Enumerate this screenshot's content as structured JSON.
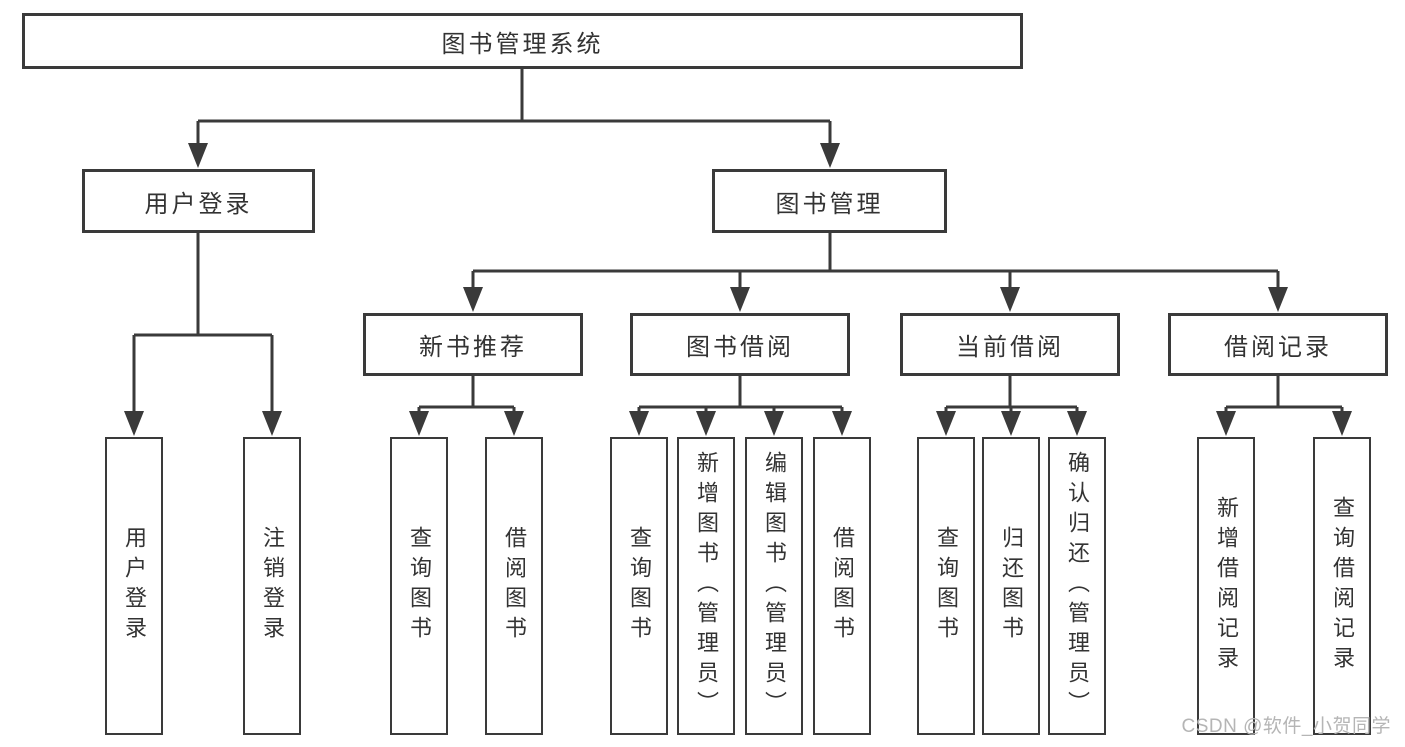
{
  "tree": {
    "root": "图书管理系统",
    "branches": [
      {
        "label": "用户登录",
        "leaves": [
          "用户登录",
          "注销登录"
        ]
      },
      {
        "label": "图书管理",
        "groups": [
          {
            "label": "新书推荐",
            "leaves": [
              "查询图书",
              "借阅图书"
            ]
          },
          {
            "label": "图书借阅",
            "leaves": [
              "查询图书",
              "新增图书（管理员）",
              "编辑图书（管理员）",
              "借阅图书"
            ]
          },
          {
            "label": "当前借阅",
            "leaves": [
              "查询图书",
              "归还图书",
              "确认归还（管理员）"
            ]
          },
          {
            "label": "借阅记录",
            "leaves": [
              "新增借阅记录",
              "查询借阅记录"
            ]
          }
        ]
      }
    ]
  },
  "watermark": {
    "text": "CSDN @软件_小贺同学",
    "color": "#b5b5b5"
  },
  "colors": {
    "line": "#3a3a3a",
    "box_border": "#3a3a3a",
    "box_fill": "#ffffff",
    "text": "#333333",
    "background": "#ffffff"
  }
}
